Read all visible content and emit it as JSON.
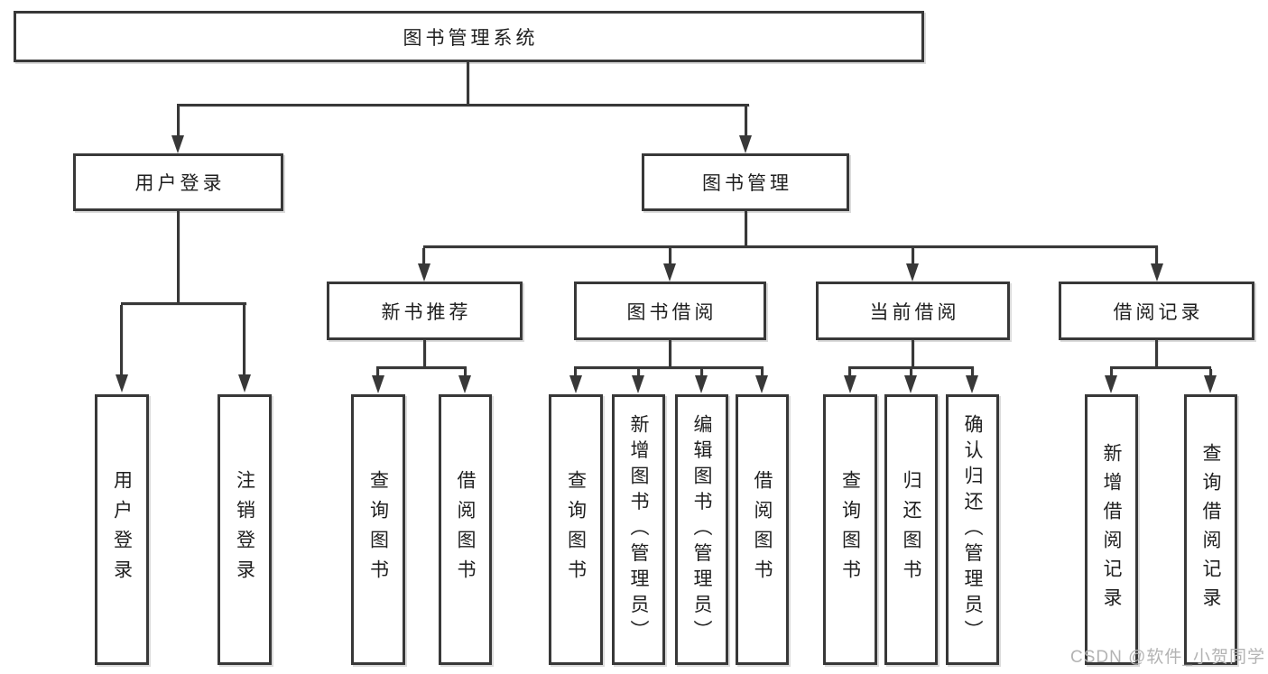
{
  "diagram": {
    "root": {
      "label": "图书管理系统"
    },
    "level2": {
      "user_login": {
        "label": "用户登录"
      },
      "book_mgmt": {
        "label": "图书管理"
      }
    },
    "level3": {
      "new_books": {
        "label": "新书推荐"
      },
      "book_borrow": {
        "label": "图书借阅"
      },
      "current_borrow": {
        "label": "当前借阅"
      },
      "borrow_records": {
        "label": "借阅记录"
      }
    },
    "leaves": {
      "user_login": [
        "用户登录",
        "注销登录"
      ],
      "new_books": [
        "查询图书",
        "借阅图书"
      ],
      "book_borrow": [
        "查询图书",
        "新增图书（管理员）",
        "编辑图书（管理员）",
        "借阅图书"
      ],
      "current_borrow": [
        "查询图书",
        "归还图书",
        "确认归还（管理员）"
      ],
      "borrow_records": [
        "新增借阅记录",
        "查询借阅记录"
      ]
    },
    "watermark": "CSDN @软件_小贺同学",
    "colors": {
      "line": "#383838",
      "border": "#383838",
      "text": "#1f1f1f",
      "watermark": "#b3b3b3",
      "background": "#ffffff"
    }
  }
}
